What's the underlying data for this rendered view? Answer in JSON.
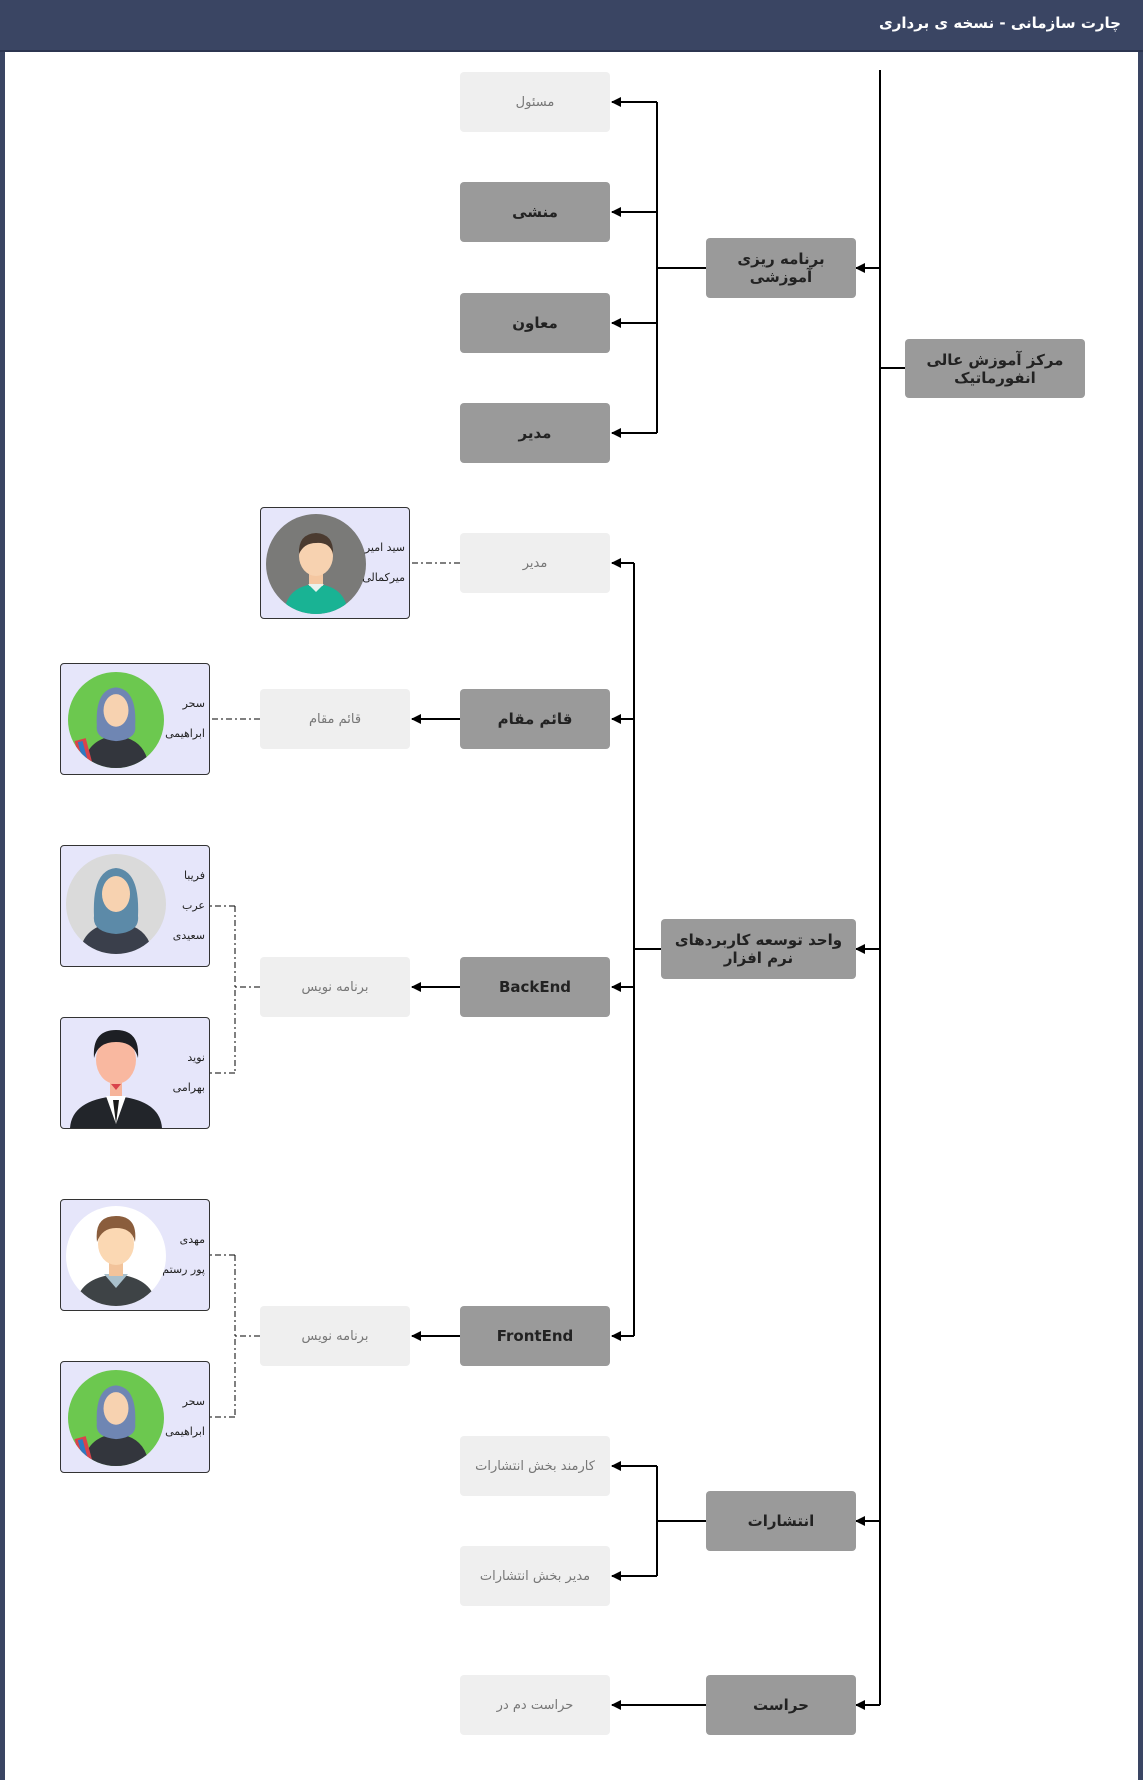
{
  "header": {
    "title": "چارت سازمانی - نسخه ی برداری"
  },
  "colors": {
    "header": "#3a4563",
    "node_dark": "#9a9a9a",
    "node_light": "#efefef",
    "photo_bg": "#e6e6fa"
  },
  "root": {
    "label": "مرکز آموزش عالی انفورماتیک"
  },
  "departments": {
    "planning": {
      "label": "برنامه ریزی آموزشی",
      "roles": {
        "masoul": "مسئول",
        "monshi": "منشی",
        "moaven": "معاون",
        "modir": "مدیر"
      }
    },
    "software": {
      "label": "واحد توسعه کاربردهای نرم افزار",
      "manager_role": "مدیر",
      "manager_person": {
        "line1": "سید امیر",
        "line2": "میرکمالی"
      },
      "deputy": {
        "label": "قائم مقام",
        "role": "قائم مقام",
        "person": {
          "line1": "سحر",
          "line2": "ابراهیمی"
        }
      },
      "backend": {
        "label": "BackEnd",
        "role": "برنامه نویس",
        "person1": {
          "line1": "فریبا",
          "line2": "عرب",
          "line3": "سعیدی"
        },
        "person2": {
          "line1": "نوید",
          "line2": "بهرامی"
        }
      },
      "frontend": {
        "label": "FrontEnd",
        "role": "برنامه نویس",
        "person1": {
          "line1": "مهدی",
          "line2": "پور رستم"
        },
        "person2": {
          "line1": "سحر",
          "line2": "ابراهیمی"
        }
      }
    },
    "publications": {
      "label": "انتشارات",
      "roles": {
        "employee": "کارمند بخش انتشارات",
        "manager": "مدیر بخش انتشارات"
      }
    },
    "security": {
      "label": "حراست",
      "roles": {
        "door": "حراست دم در"
      }
    }
  }
}
